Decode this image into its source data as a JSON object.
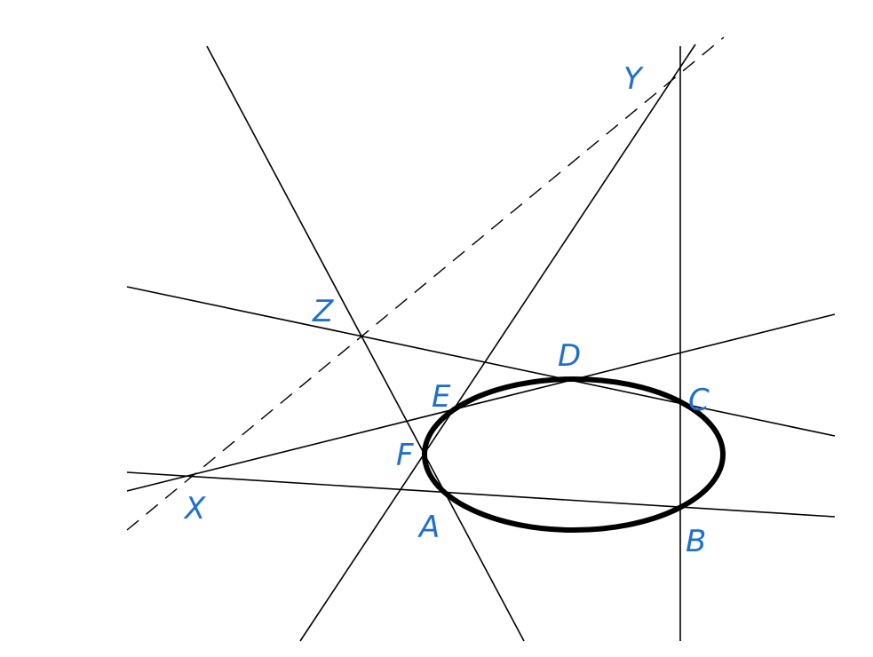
{
  "labels": {
    "A": "A",
    "B": "B",
    "C": "C",
    "D": "D",
    "E": "E",
    "F": "F",
    "X": "X",
    "Y": "Y",
    "Z": "Z"
  },
  "colors": {
    "label": "#1f6fd1",
    "stroke": "#000000",
    "background": "#ffffff"
  }
}
